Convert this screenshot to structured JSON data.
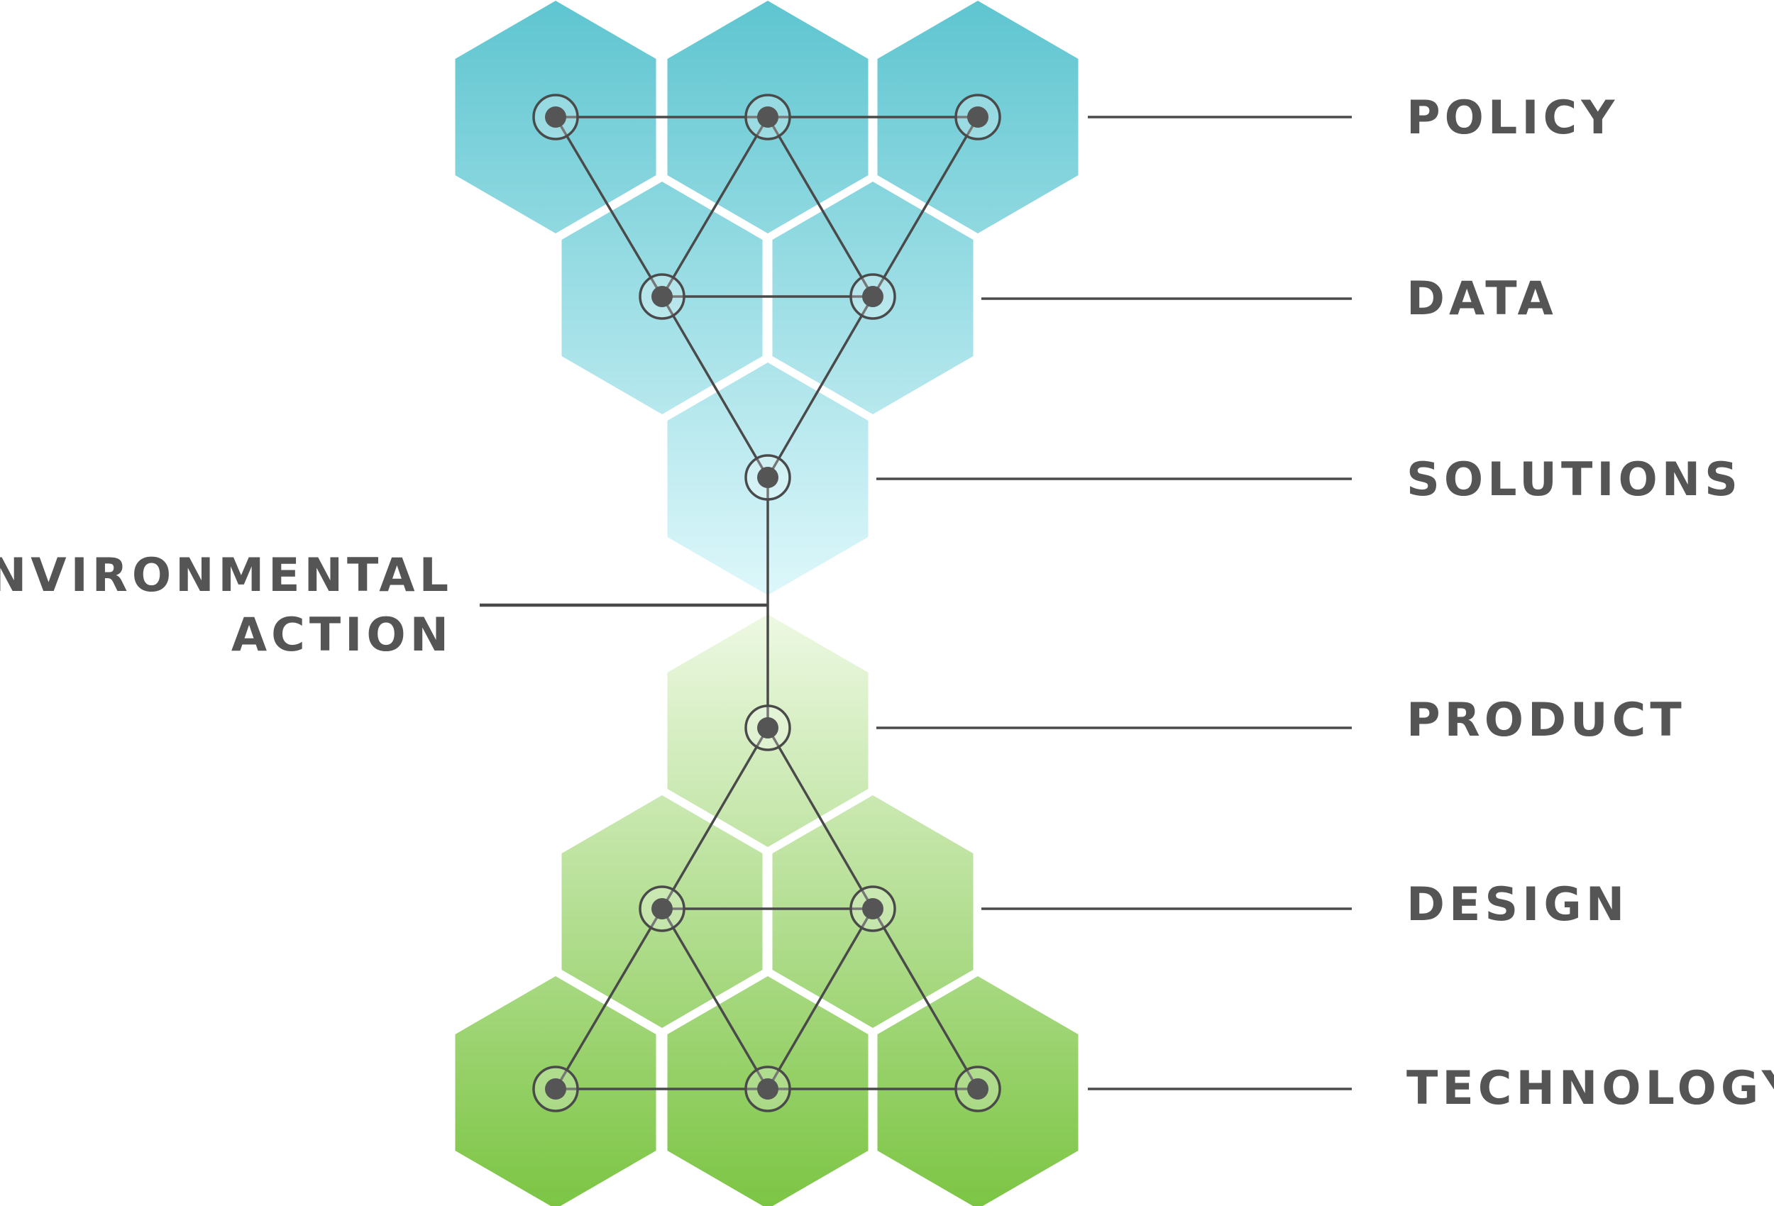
{
  "layers": [
    {
      "id": "policy",
      "label": "POLICY"
    },
    {
      "id": "data",
      "label": "DATA"
    },
    {
      "id": "solutions",
      "label": "SOLUTIONS"
    },
    {
      "id": "product",
      "label": "PRODUCT"
    },
    {
      "id": "design",
      "label": "DESIGN"
    },
    {
      "id": "technology",
      "label": "TECHNOLOGY"
    }
  ],
  "center_label": {
    "line1": "ENVIRONMENTAL",
    "line2": "ACTION"
  },
  "colors": {
    "top_start": "#5ec5d0",
    "top_end": "#dcf7fa",
    "bottom_start": "#eef9e4",
    "bottom_end": "#7cc544",
    "line": "#4a4a4a",
    "node_dot": "#555555",
    "text": "#555555",
    "hex_gap": "#ffffff"
  }
}
